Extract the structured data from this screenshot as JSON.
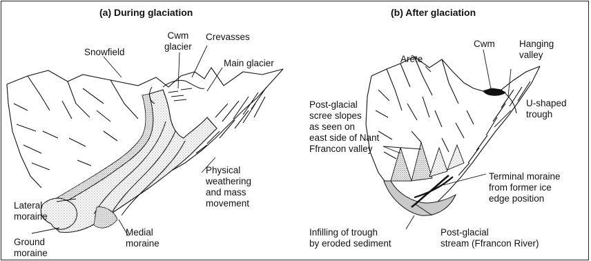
{
  "panel_a": {
    "title": "(a) During glaciation",
    "labels": {
      "snowfield": "Snowfield",
      "cwm_glacier": "Cwm\nglacier",
      "crevasses": "Crevasses",
      "main_glacier": "Main glacier",
      "physical_weathering": "Physical\nweathering\nand mass\nmovement",
      "lateral_moraine": "Lateral\nmoraine",
      "ground_moraine": "Ground\nmoraine",
      "medial_moraine": "Medial\nmoraine"
    }
  },
  "panel_b": {
    "title": "(b) After glaciation",
    "labels": {
      "arete": "Arête",
      "cwm": "Cwm",
      "hanging_valley": "Hanging\nvalley",
      "scree": "Post-glacial\nscree slopes\nas seen on\neast side of Nant\nFfrancon valley",
      "u_trough": "U-shaped\ntrough",
      "terminal_moraine": "Terminal moraine\nfrom former ice\nedge position",
      "infilling": "Infilling of trough\nby eroded sediment",
      "stream": "Post-glacial\nstream (Ffrancon River)"
    }
  }
}
